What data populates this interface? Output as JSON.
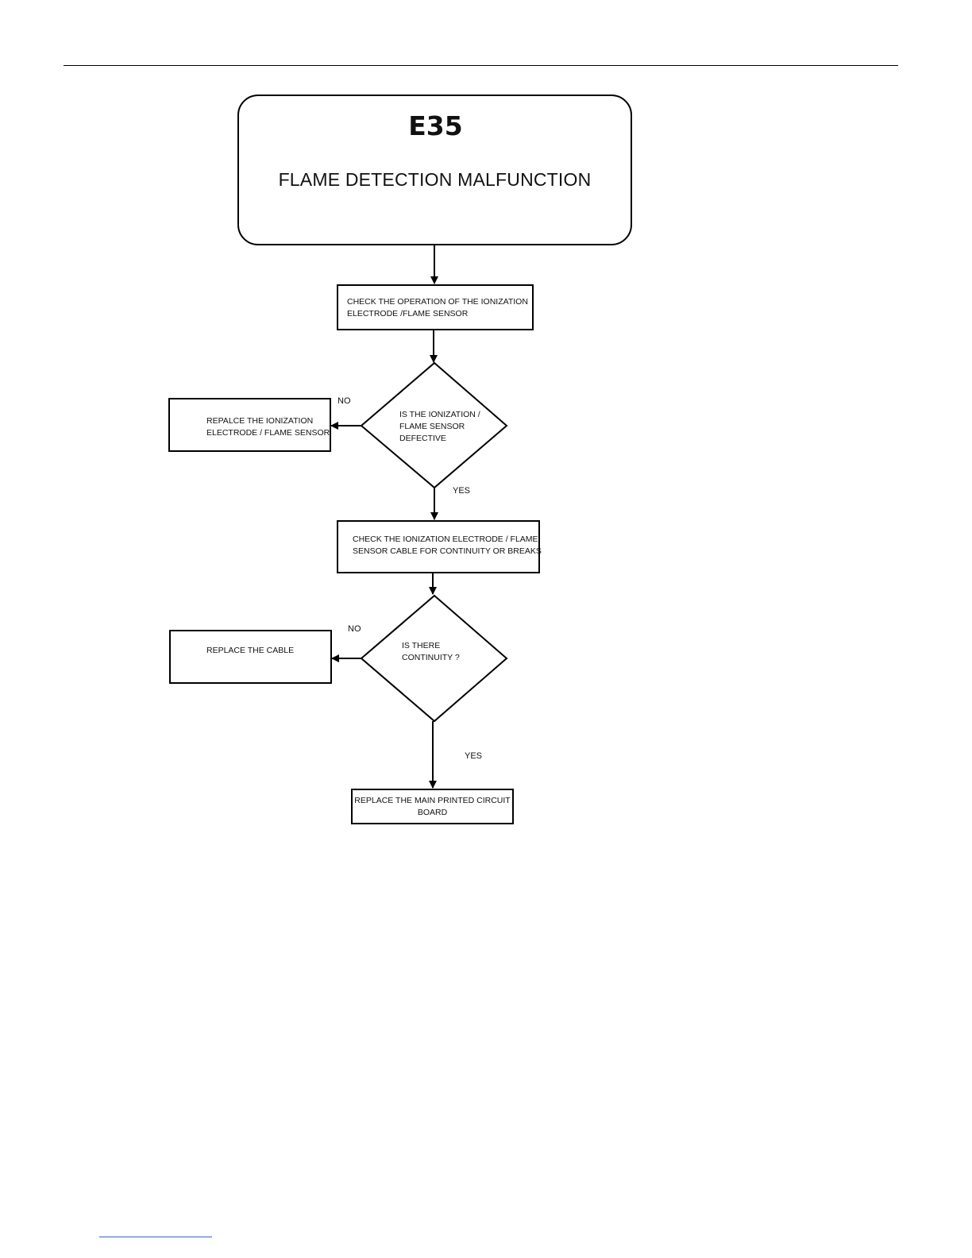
{
  "title": {
    "code": "E35",
    "text": "FLAME DETECTION MALFUNCTION"
  },
  "steps": {
    "check_operation": "CHECK THE OPERATION OF THE IONIZATION\nELECTRODE /FLAME SENSOR",
    "decision_defective": "IS THE IONIZATION /\nFLAME SENSOR\nDEFECTIVE",
    "replace_electrode": "REPALCE THE IONIZATION\nELECTRODE / FLAME SENSOR",
    "check_cable": "CHECK THE IONIZATION ELECTRODE / FLAME\nSENSOR CABLE FOR CONTINUITY OR BREAKS",
    "decision_continuity": "IS THERE\nCONTINUITY ?",
    "replace_cable": "REPLACE THE CABLE",
    "replace_board": "REPLACE THE MAIN PRINTED CIRCUIT\nBOARD"
  },
  "labels": {
    "no_1": "NO",
    "yes_1": "YES",
    "no_2": "NO",
    "yes_2": "YES"
  }
}
